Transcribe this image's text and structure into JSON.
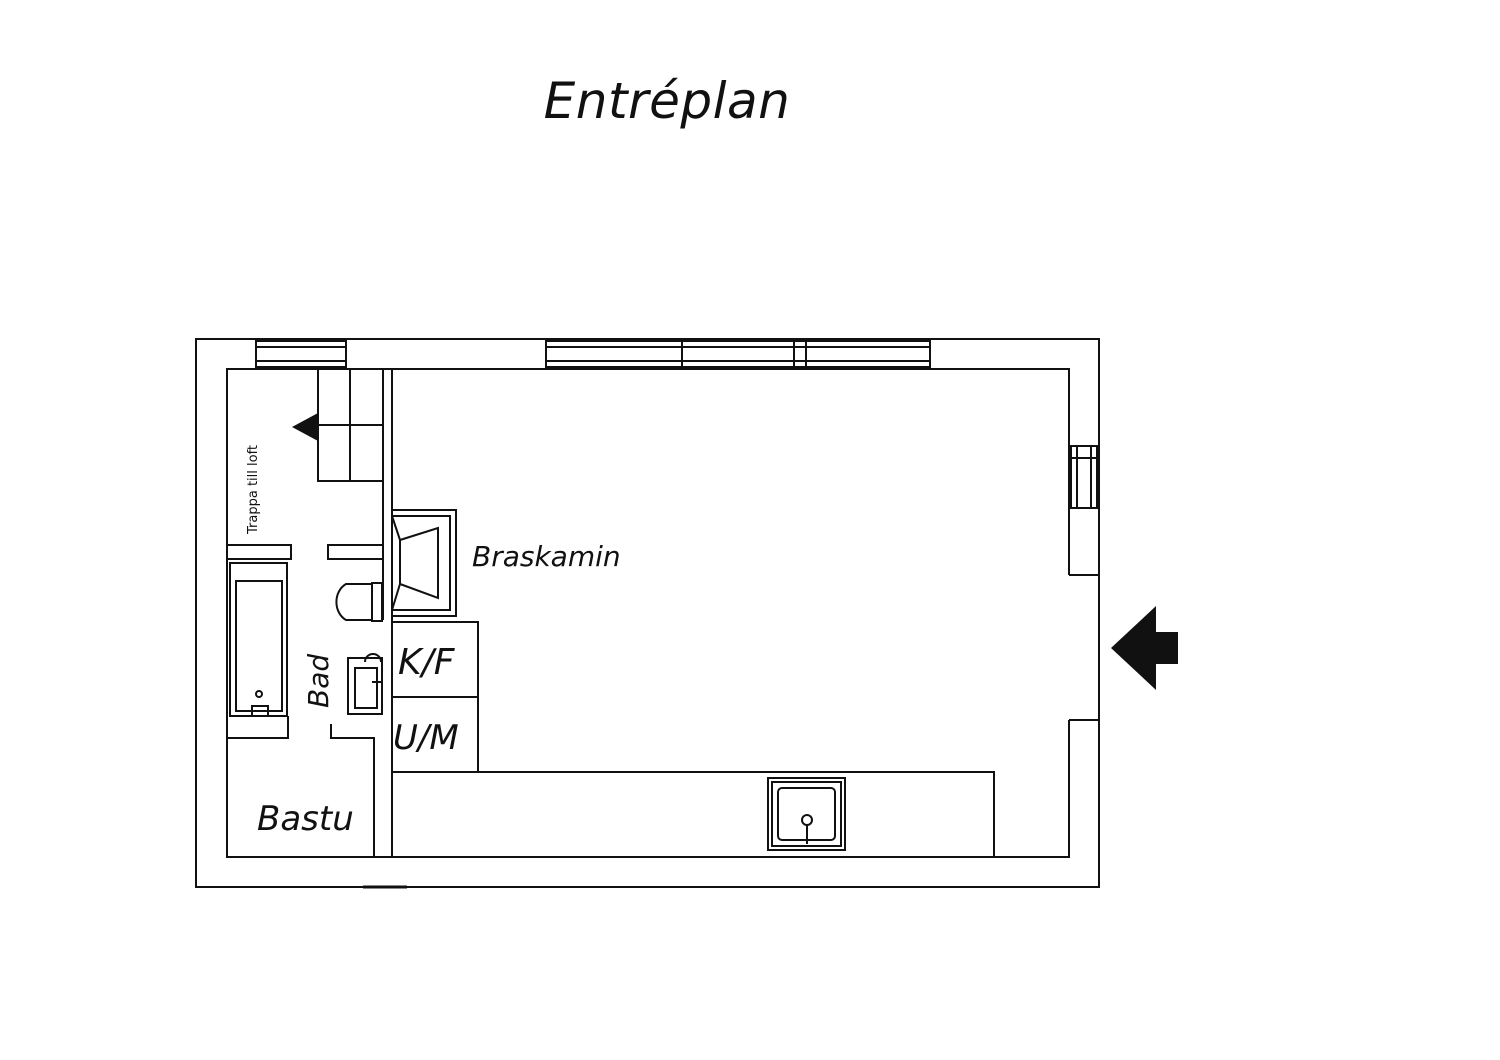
{
  "title": "Entréplan",
  "labels": {
    "stairs": "Trappa till loft",
    "fireplace": "Braskamin",
    "bath": "Bad",
    "fridge_freezer": "K/F",
    "washer": "U/M",
    "sauna": "Bastu"
  },
  "icons": {
    "entrance": "entrance-arrow-icon",
    "stair_direction": "stair-arrow-icon",
    "sink": "kitchen-sink-icon",
    "toilet": "toilet-icon",
    "bathtub": "bathtub-icon",
    "basin": "wash-basin-icon",
    "stove": "fireplace-icon"
  },
  "colors": {
    "line": "#111111",
    "background": "#ffffff"
  }
}
